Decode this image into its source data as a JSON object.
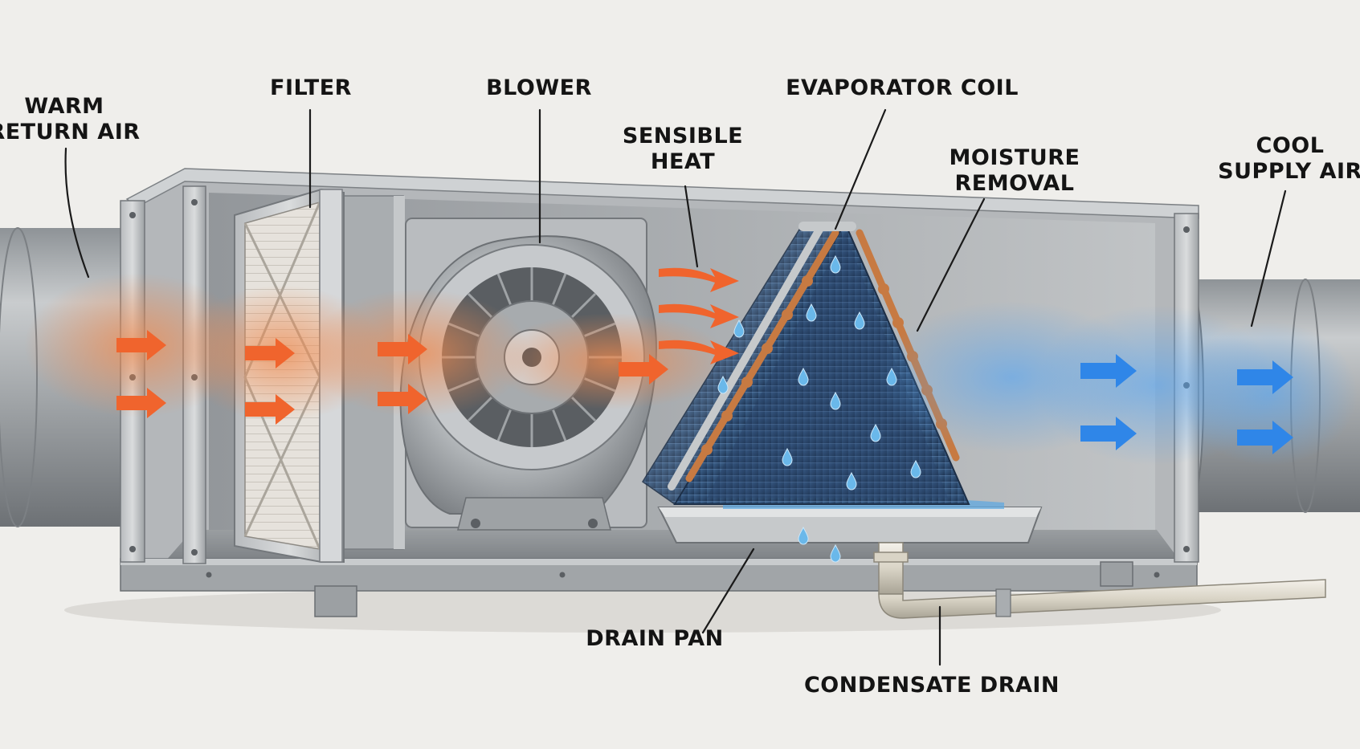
{
  "diagram": {
    "labels": {
      "return_air": [
        "WARM",
        "RETURN AIR"
      ],
      "filter": [
        "FILTER"
      ],
      "blower": [
        "BLOWER"
      ],
      "sensible_heat": [
        "SENSIBLE",
        "HEAT"
      ],
      "evaporator_coil": [
        "EVAPORATOR COIL"
      ],
      "moisture_removal": [
        "MOISTURE",
        "REMOVAL"
      ],
      "supply_air": [
        "COOL",
        "SUPPLY AIR"
      ],
      "drain_pan": [
        "DRAIN PAN"
      ],
      "condensate_drain": [
        "CONDENSATE DRAIN"
      ]
    },
    "colors": {
      "background": "#efeeeb",
      "warm_air": "#f0642d",
      "cool_air": "#2f86e8",
      "galvanized_steel": "#a9adb1",
      "coil_fins": "#2c4a6e",
      "copper_tube": "#c77a42",
      "pvc_pipe": "#e2ddd0",
      "label_text": "#141414"
    },
    "icons": [
      "warm-airflow-arrow-icon",
      "cool-airflow-arrow-icon",
      "water-droplet-icon"
    ]
  }
}
